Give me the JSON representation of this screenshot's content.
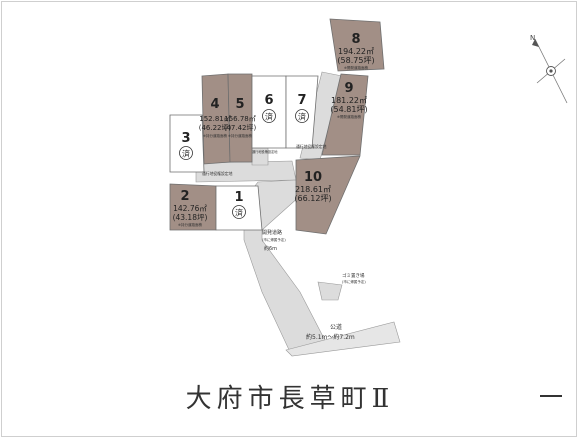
{
  "map": {
    "lots": [
      {
        "id": "8",
        "area": "194.22㎡",
        "tsubo": "(58.75坪)",
        "note": "※開発道路面積",
        "tone": "dark"
      },
      {
        "id": "9",
        "area": "181.22㎡",
        "tsubo": "(54.81坪)",
        "note": "※開発道路面積",
        "tone": "dark"
      },
      {
        "id": "4",
        "area": "152.81㎡",
        "tsubo": "(46.22坪)",
        "note": "※持分道路面積",
        "tone": "dark"
      },
      {
        "id": "5",
        "area": "156.78㎡",
        "tsubo": "(47.42坪)",
        "note": "※持分道路面積",
        "tone": "dark"
      },
      {
        "id": "6",
        "status": "済",
        "tone": "light"
      },
      {
        "id": "7",
        "status": "済",
        "tone": "light"
      },
      {
        "id": "3",
        "status": "済",
        "tone": "light"
      },
      {
        "id": "10",
        "area": "218.61㎡",
        "tsubo": "(66.12坪)",
        "tone": "dark"
      },
      {
        "id": "2",
        "area": "142.76㎡",
        "tsubo": "(43.18坪)",
        "note": "※持分道路面積",
        "tone": "dark"
      },
      {
        "id": "1",
        "status": "済",
        "tone": "light"
      }
    ],
    "labels": {
      "easement_west": "通行地役権設定地",
      "easement_east": "通行地役権設定地",
      "easement_mid": "通行地役権設定地",
      "dev_road": "開発道路",
      "dev_road_sub": "(市に帰属予定)",
      "dev_road_width": "約6m",
      "garbage": "ゴミ置き場",
      "garbage_sub": "(市に帰属予定)",
      "public_road": "公道",
      "public_road_width": "約5.1m〜約7.2m"
    },
    "compass": "N",
    "colors": {
      "dark": "#a28f86",
      "light": "#ffffff",
      "road": "#dcdcdc",
      "line": "#7a7a7a"
    }
  },
  "footer": {
    "title": "大府市長草町Ⅱ"
  }
}
